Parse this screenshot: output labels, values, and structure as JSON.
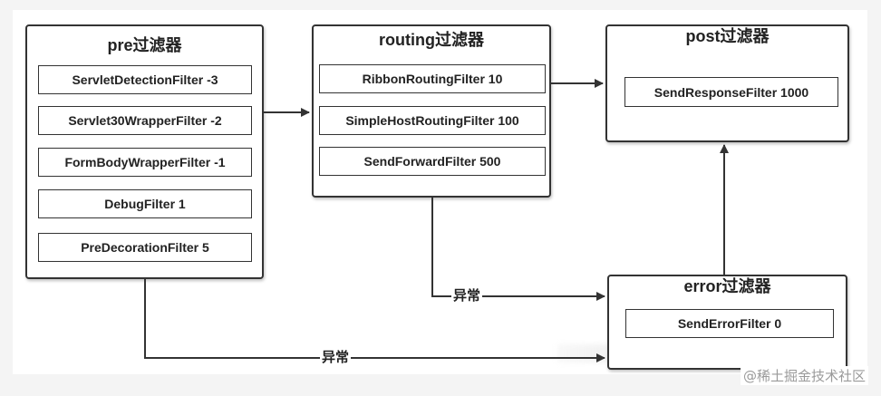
{
  "diagram": {
    "groups": {
      "pre": {
        "title": "pre过滤器",
        "filters": [
          "ServletDetectionFilter  -3",
          "Servlet30WrapperFilter  -2",
          "FormBodyWrapperFilter  -1",
          "DebugFilter  1",
          "PreDecorationFilter  5"
        ]
      },
      "routing": {
        "title": "routing过滤器",
        "filters": [
          "RibbonRoutingFilter  10",
          "SimpleHostRoutingFilter  100",
          "SendForwardFilter  500"
        ]
      },
      "post": {
        "title": "post过滤器",
        "filters": [
          "SendResponseFilter  1000"
        ]
      },
      "error": {
        "title": "error过滤器",
        "filters": [
          "SendErrorFilter  0"
        ]
      }
    },
    "edge_labels": {
      "routing_to_error": "异常",
      "pre_to_error": "异常"
    },
    "watermark": "@稀土掘金技术社区"
  }
}
